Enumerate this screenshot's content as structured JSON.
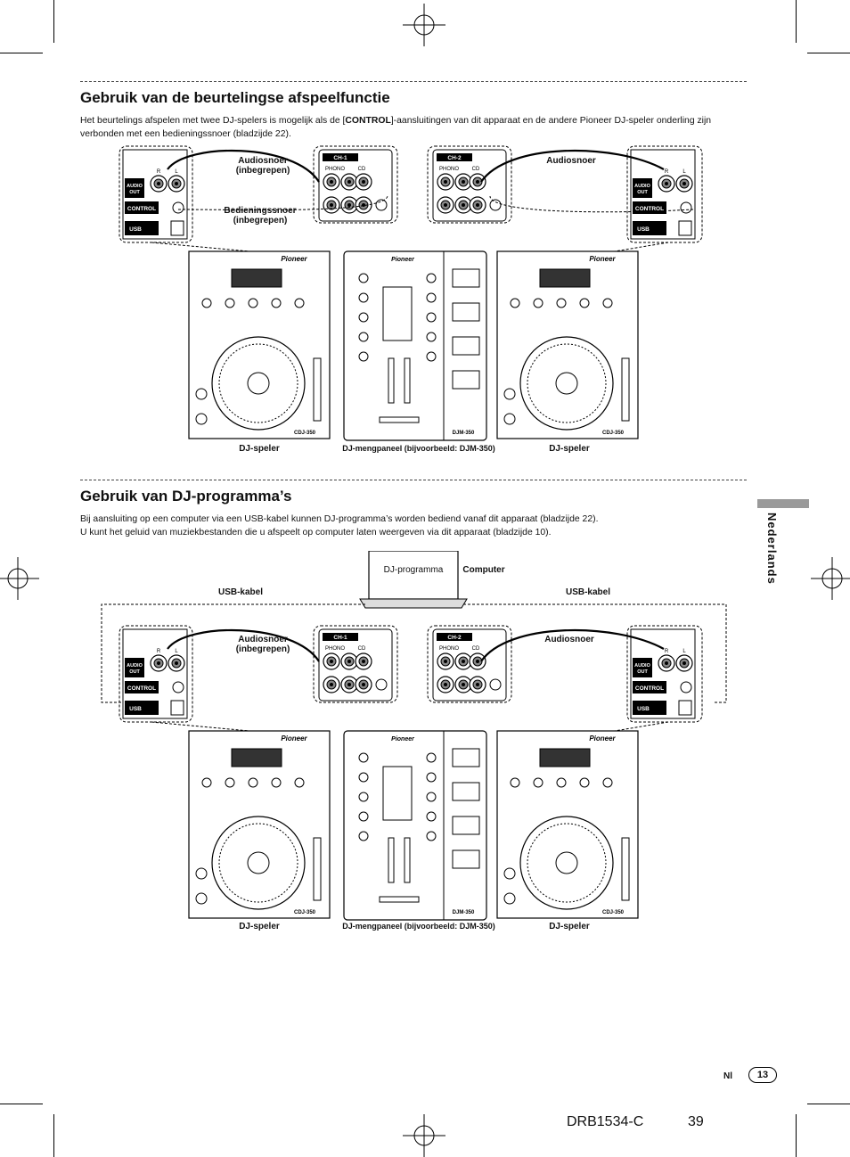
{
  "section1": {
    "title": "Gebruik van de beurtelingse afspeelfunctie",
    "body_before": "Het beurtelings afspelen met twee DJ-spelers is mogelijk als de [",
    "body_bold": "CONTROL",
    "body_after": "]-aansluitingen van dit apparaat en de andere Pioneer DJ-speler onderling zijn verbonden met een bedieningssnoer (bladzijde 22).",
    "labels": {
      "audiosnoer_left": "Audiosnoer\n(inbegrepen)",
      "bedieningssnoer": "Bedieningssnoer\n(inbegrepen)",
      "audiosnoer_right": "Audiosnoer",
      "dj_speler_left": "DJ-speler",
      "mixer": "DJ-mengpaneel (bijvoorbeeld: DJM-350)",
      "dj_speler_right": "DJ-speler"
    }
  },
  "section2": {
    "title": "Gebruik van DJ-programma’s",
    "body_line1": "Bij aansluiting op een computer via een USB-kabel kunnen DJ-programma’s worden bediend vanaf dit apparaat (bladzijde 22).",
    "body_line2": "U kunt het geluid van muziekbestanden die u afspeelt op computer laten weergeven via dit apparaat (bladzijde 10).",
    "labels": {
      "dj_programma": "DJ-programma",
      "computer": "Computer",
      "usb_kabel_left": "USB-kabel",
      "usb_kabel_right": "USB-kabel",
      "audiosnoer_left": "Audiosnoer\n(inbegrepen)",
      "audiosnoer_right": "Audiosnoer",
      "dj_speler_left": "DJ-speler",
      "mixer": "DJ-mengpaneel (bijvoorbeeld: DJM-350)",
      "dj_speler_right": "DJ-speler"
    }
  },
  "panel_labels": {
    "audio_out": "AUDIO OUT",
    "control": "CONTROL",
    "usb": "USB",
    "ch1": "CH-1",
    "ch2": "CH-2",
    "phono": "PHONO",
    "cd": "CD",
    "r": "R",
    "l": "L",
    "pioneer": "Pioneer",
    "cdj": "CDJ-350",
    "djm": "DJM-350"
  },
  "side_tab": "Nederlands",
  "footer": {
    "lang": "Nl",
    "page_number": "13",
    "doc_code": "DRB1534-C",
    "sheet": "39"
  }
}
